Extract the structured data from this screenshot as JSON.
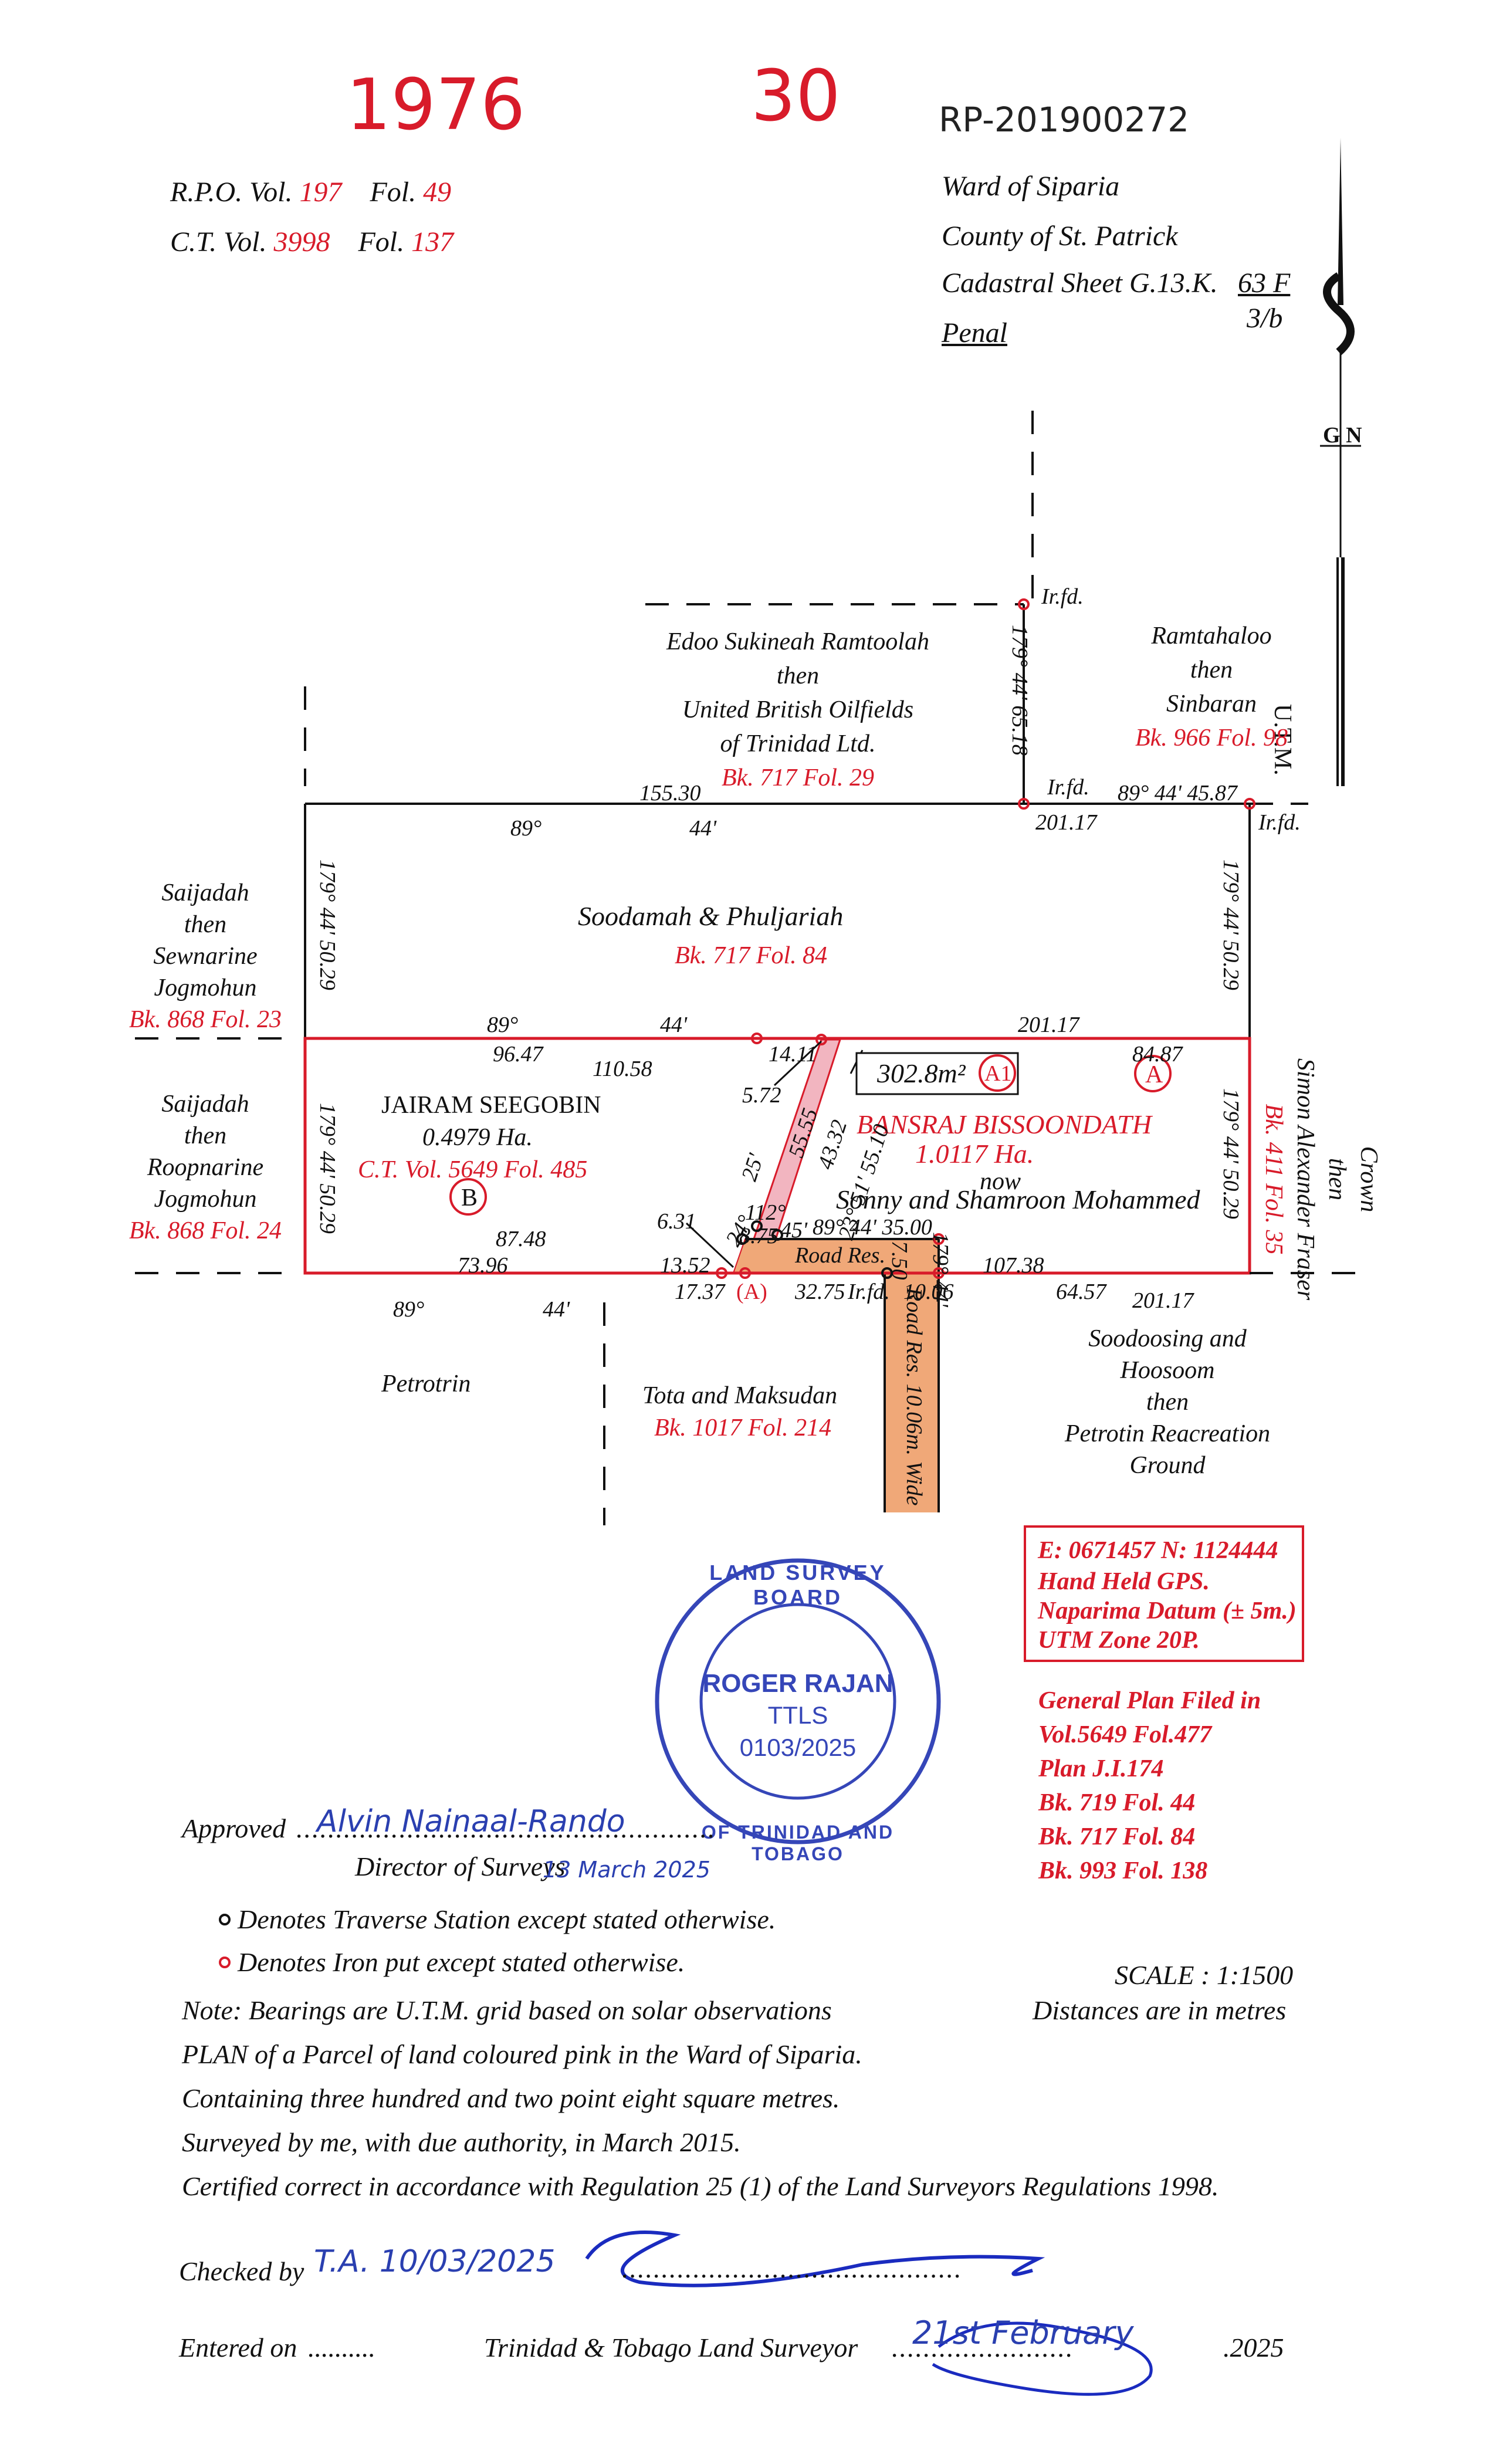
{
  "header": {
    "number_left": "1976",
    "number_right": "30",
    "rp_number": "RP-201900272",
    "rpo_label": "R.P.O. Vol.",
    "rpo_vol": "197",
    "rpo_fol_label": "Fol.",
    "rpo_fol": "49",
    "ct_label": "C.T. Vol.",
    "ct_vol": "3998",
    "ct_fol_label": "Fol.",
    "ct_fol": "137",
    "ward": "Ward of Siparia",
    "county": "County of St. Patrick",
    "cadastral": "Cadastral Sheet G.13.K.",
    "cadastral_num": "63 F",
    "cadastral_den": "3/b",
    "place": "Penal"
  },
  "north": {
    "gn": "G",
    "n": "N",
    "utm": "U.T.M."
  },
  "parties": {
    "north_owner": [
      "Edoo Sukineah Ramtoolah",
      "then",
      "United British Oilfields",
      "of Trinidad Ltd."
    ],
    "north_ref": "Bk. 717 Fol. 29",
    "ne_owner": [
      "Ramtahaloo",
      "then",
      "Sinbaran"
    ],
    "ne_ref": "Bk. 966 Fol. 98",
    "top_parcel": "Soodamah   &   Phuljariah",
    "top_ref": "Bk. 717 Fol. 84",
    "west_top": [
      "Saijadah",
      "then",
      "Sewnarine",
      "Jogmohun"
    ],
    "west_top_ref": "Bk. 868 Fol. 23",
    "west_bot": [
      "Saijadah",
      "then",
      "Roopnarine",
      "Jogmohun"
    ],
    "west_bot_ref": "Bk. 868 Fol. 24",
    "east": [
      "Crown",
      "then",
      "Simon Alexander Fraser"
    ],
    "east_ref": "Bk. 411 Fol. 35",
    "parcel_b_owner": "JAIRAM SEEGOBIN",
    "parcel_b_area": "0.4979 Ha.",
    "parcel_b_ref": "C.T. Vol. 5649 Fol. 485",
    "parcel_b_label": "B",
    "parcel_a_owner": "BANSRAJ  BISSOONDATH",
    "parcel_a_area": "1.0117 Ha.",
    "parcel_a_now": "now",
    "parcel_a_now_owner": "Sonny and Shamroon Mohammed",
    "parcel_a_label": "A",
    "a1_area": "302.8m²",
    "a1_label": "A1",
    "petrotrin": "Petrotrin",
    "tota": "Tota and Maksudan",
    "tota_ref": "Bk. 1017 Fol. 214",
    "southeast": [
      "Soodoosing and",
      "Hoosoom",
      "then",
      "Petrotin Reacreation",
      "Ground"
    ],
    "road_res": "Road Res.",
    "road_res_wide": "Road  Res.  10.06m.  Wide",
    "a_mark": "(A)"
  },
  "dimensions": {
    "d_155_30": "155.30",
    "d_201_17a": "201.17",
    "d_89_44_45_87": "89° 44' 45.87",
    "d_irfd1": "Ir.fd.",
    "d_irfd2": "Ir.fd.",
    "d_irfd3": "Ir.fd.",
    "d_irfd4": "Ir.fd.",
    "d_89a": "89°",
    "d_44a": "44'",
    "d_179_44_65_18": "179°  44'  65.18",
    "d_179_44_50_29_w": "179° 44' 50.29",
    "d_179_44_50_29_e": "179° 44' 50.29",
    "d_89b": "89°",
    "d_44b": "44'",
    "d_201_17b": "201.17",
    "d_96_47": "96.47",
    "d_110_58": "110.58",
    "d_14_11": "14.11",
    "d_84_87": "84.87",
    "d_5_72": "5.72",
    "d_55_55": "55.55",
    "d_43_32": "43.32",
    "d_23_51_55_10": "23° 51' 55.10",
    "d_179_44_50_29_wb": "179° 44' 50.29",
    "d_179_44_50_29_eb": "179° 44' 50.29",
    "d_87_48": "87.48",
    "d_73_96": "73.96",
    "d_6_31": "6.31",
    "d_13_52": "13.52",
    "d_17_37": "17.37",
    "d_32_75": "32.75",
    "d_10_06": "10.06",
    "d_107_38": "107.38",
    "d_64_57": "64.57",
    "d_201_17c": "201.17",
    "d_89c": "89°",
    "d_44c": "44'",
    "d_89_44_35_00": "89° 44' 35.00",
    "d_7_50": "7.50",
    "d_179_44_s": "179° 44'",
    "d_25": "25'",
    "d_24": "24°",
    "d_45": "45'",
    "d_8_75": "8.75",
    "d_112": "112°"
  },
  "gps_box": [
    "E: 0671457   N: 1124444",
    "Hand Held GPS.",
    "Naparima Datum (± 5m.)",
    "UTM  Zone 20P."
  ],
  "general_plan": [
    "General Plan Filed in",
    "Vol.5649 Fol.477",
    "Plan J.I.174",
    "Bk. 719 Fol. 44",
    "Bk. 717 Fol. 84",
    "Bk. 993 Fol. 138"
  ],
  "stamp": {
    "ring_top": "LAND SURVEY BOARD",
    "ring_bottom": "OF TRINIDAD AND TOBAGO",
    "name": "ROGER RAJAN",
    "title": "TTLS",
    "number": "0103/2025"
  },
  "approved": {
    "label": "Approved",
    "signature": "Alvin Nainaal-Rando",
    "role": "Director of Surveys",
    "date": "13 March 2025"
  },
  "legend": [
    "Denotes Traverse Station except stated otherwise.",
    "Denotes Iron put except stated otherwise."
  ],
  "scale": "SCALE : 1:1500",
  "units": "Distances are in metres",
  "notes": [
    "Note: Bearings are U.T.M. grid based on solar observations",
    "PLAN of a Parcel of land coloured pink in the Ward of Siparia.",
    "Containing three hundred and two point eight square metres.",
    "Surveyed by me, with due authority, in March 2015.",
    "Certified correct in accordance with Regulation 25 (1) of the Land Surveyors Regulations 1998."
  ],
  "checked": {
    "label": "Checked by",
    "value": "T.A. 10/03/2025"
  },
  "entered": {
    "label": "Entered on",
    "dots": "..........",
    "surveyor": "Trinidad & Tobago  Land Surveyor",
    "date_hand": "21st February",
    "year": ".2025"
  },
  "colors": {
    "red": "#d81b2a",
    "pink": "#f2b5c0",
    "orange": "#f0a878",
    "blue": "#2a3fb0"
  }
}
